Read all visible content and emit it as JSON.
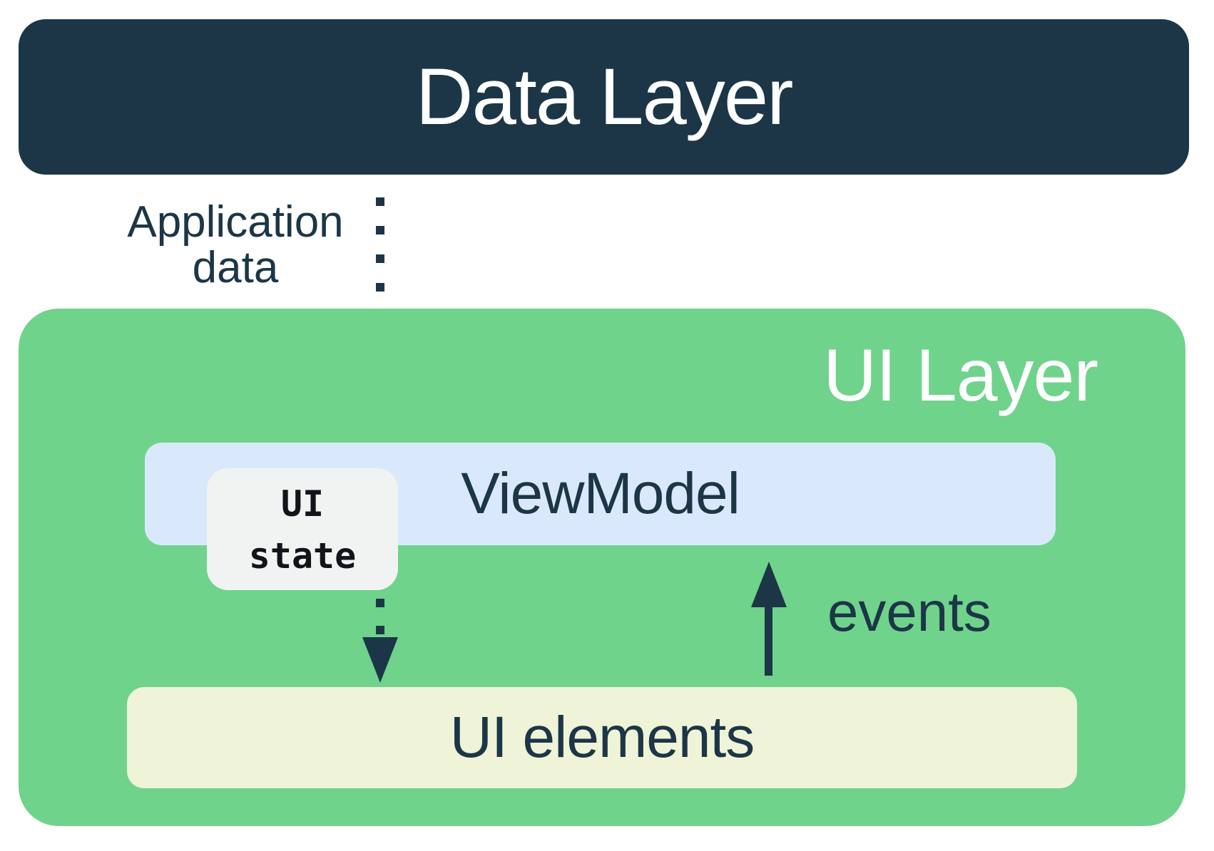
{
  "diagram": {
    "data_layer": {
      "label": "Data Layer"
    },
    "ui_layer": {
      "label": "UI Layer"
    },
    "viewmodel": {
      "label": "ViewModel"
    },
    "ui_state": {
      "label": "UI\nstate"
    },
    "ui_elements": {
      "label": "UI elements"
    },
    "arrows": {
      "application_data": {
        "label": "Application\ndata",
        "style": "dotted",
        "direction": "down"
      },
      "ui_state_flow": {
        "style": "dotted",
        "direction": "down"
      },
      "events": {
        "label": "events",
        "style": "solid",
        "direction": "up"
      }
    },
    "colors": {
      "navy": "#1C3647",
      "green": "#6FD38C",
      "light_blue": "#D9E9FB",
      "cream": "#EFF3D7",
      "state_box_bg": "#F1F3F3",
      "white_text": "#FFFFFF"
    }
  }
}
